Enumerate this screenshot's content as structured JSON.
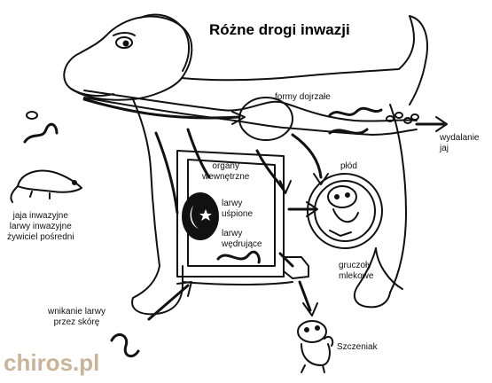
{
  "title": "Różne drogi inwazji",
  "labels": {
    "formy_dojrzale": "formy dojrzałe",
    "wydalanie": [
      "wydalanie",
      "jaj"
    ],
    "plod": "płód",
    "organy": [
      "organy",
      "wewnętrzne"
    ],
    "larwy_uspione": [
      "larwy",
      "uśpione"
    ],
    "larwy_wedrujace": [
      "larwy",
      "wędrujące"
    ],
    "gruczoly": [
      "gruczoły",
      "mlekowe"
    ],
    "jaja_inwazyjne": [
      "jaja inwazyjne",
      "larwy inwazyjne",
      "żywiciel pośredni"
    ],
    "wnikanie": [
      "wnikanie larwy",
      "przez skórę"
    ],
    "szczeniak": "Szczeniak"
  },
  "watermark": "chiros.pl",
  "colors": {
    "ink": "#111111",
    "watermark": "#c9b49a"
  }
}
